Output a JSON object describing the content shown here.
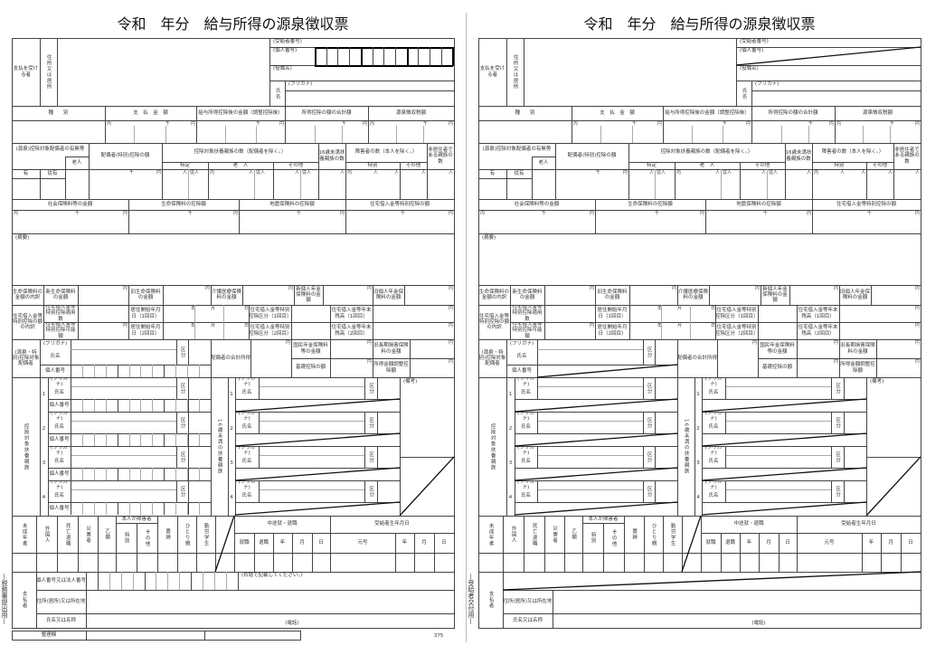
{
  "labels": {
    "title": "令和　年分　給与所得の源泉徴収票",
    "recv": "支払を受ける者",
    "addr": "住所又は居所",
    "recv_no": "(受給者番号)",
    "my_no": "(個人番号)",
    "post": "(役職名)",
    "name_lbl": "氏名",
    "furigana": "(フリガナ)",
    "h_type": "種　　別",
    "h_pay": "支　払　金　額",
    "h_after": "給与所得控除後の金額（調整控除後）",
    "h_ded": "所得控除の額の合計額",
    "h_tax": "源泉徴収税額",
    "sp_has": "(源泉)控除対象配偶者の有無等",
    "roujin": "老人",
    "yes": "有",
    "ju_yes": "従有",
    "sp_ded": "配偶者(特別)控除の額",
    "dep_count": "控除対象扶養親族の数（配偶者を除く。）",
    "tokutei": "特定",
    "roujin2": "老　人",
    "other": "その他",
    "u16": "16歳未満扶養親族の数",
    "disabled": "障害者の数（本人を除く。）",
    "special": "特別",
    "nonres": "非居住者である親族の数",
    "social": "社会保険料等の金額",
    "life": "生命保険料の控除額",
    "quake": "地震保険料の控除額",
    "housing": "住宅借入金等特別控除の額",
    "tekiyou": "(摘要)",
    "life_breakdown": "生命保険料の金額の内訳",
    "new_life": "新生命保険料の金額",
    "old_life": "旧生命保険料の金額",
    "care": "介護医療保険料の金額",
    "new_pension": "新個人年金保険料の金額",
    "old_pension": "旧個人年金保険料の金額",
    "housing_breakdown": "住宅借入金等特別控除の額の内訳",
    "h_count": "住宅借入金等特別控除適用数",
    "h_start1": "居住開始年月日（1回目）",
    "h_kubun1": "住宅借入金等特別控除区分（1回目）",
    "h_balance1": "住宅借入金等年末残高（1回目）",
    "h_possible": "住宅借入金等特別控除可能額",
    "h_start2": "居住開始年月日（2回目）",
    "h_kubun2": "住宅借入金等特別控除区分（2回目）",
    "h_balance2": "住宅借入金等年末残高（2回目）",
    "spouse_lbl": "(源泉・特別)控除対象配偶者",
    "shimei": "氏名",
    "kojin_no": "個人番号",
    "kubun": "区分",
    "spouse_income": "配偶者の合計所得",
    "nenkin": "国民年金保険料等の金額",
    "old_longterm": "旧長期損害保険料の金額",
    "kiso": "基礎控除の額",
    "chosei": "所得金額調整控除額",
    "dep_lbl": "控除対象扶養親族",
    "u16_lbl": "16歳未満の扶養親族",
    "bikou": "(備考)",
    "minor": "未成年者",
    "foreigner": "外国人",
    "death": "死亡退職",
    "disaster": "災害者",
    "otsu": "乙欄",
    "self_disabled": "本人が障害者",
    "kafu": "寡婦",
    "hitorioya": "ひとり親",
    "student": "勤労学生",
    "chuto": "中途就・退職",
    "shushoku": "就職",
    "taishoku": "退職",
    "birth": "受給者生年月日",
    "gengou": "元号",
    "payer": "支払者",
    "payer_no": "個人番号又は法人番号",
    "right_align": "(右詰で記載してください。)",
    "payer_addr": "住所(居所)又は所在地",
    "payer_name": "氏名又は名称",
    "tel": "(電話)",
    "seiri": "整理欄",
    "uchi": "内",
    "sen": "千",
    "yen": "円",
    "nin": "人",
    "ju_nin": "従人",
    "nen": "年",
    "tsuki": "月",
    "hi": "日"
  },
  "entry_numbers": [
    "1",
    "2",
    "3",
    "4"
  ],
  "forms": [
    {
      "side_label": "―税務署提出用―",
      "page_number": "375"
    },
    {
      "side_label": "―受給者交付用―"
    }
  ]
}
